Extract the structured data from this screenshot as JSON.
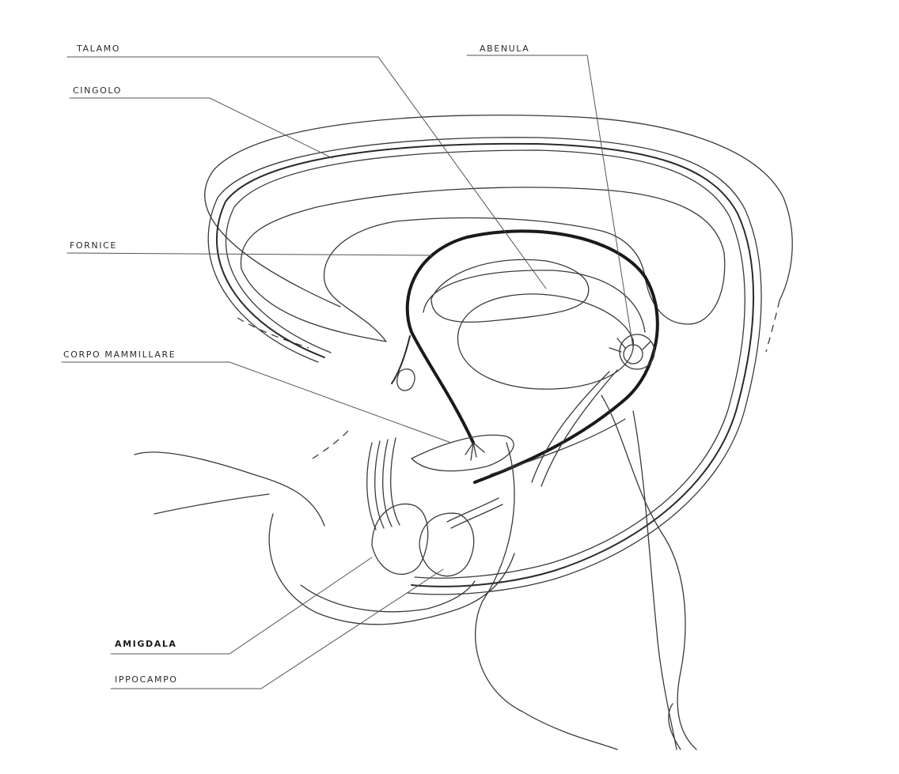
{
  "labels": {
    "talamo": "TALAMO",
    "cingolo": "CINGOLO",
    "abenula": "ABENULA",
    "fornice": "FORNICE",
    "corpo_mammillare": "CORPO MAMMILLARE",
    "amigdala": "AMIGDALA",
    "ippocampo": "IPPOCAMPO"
  },
  "colors": {
    "background": "#ffffff",
    "ink": "#1a1a1a",
    "leader": "#555555"
  }
}
